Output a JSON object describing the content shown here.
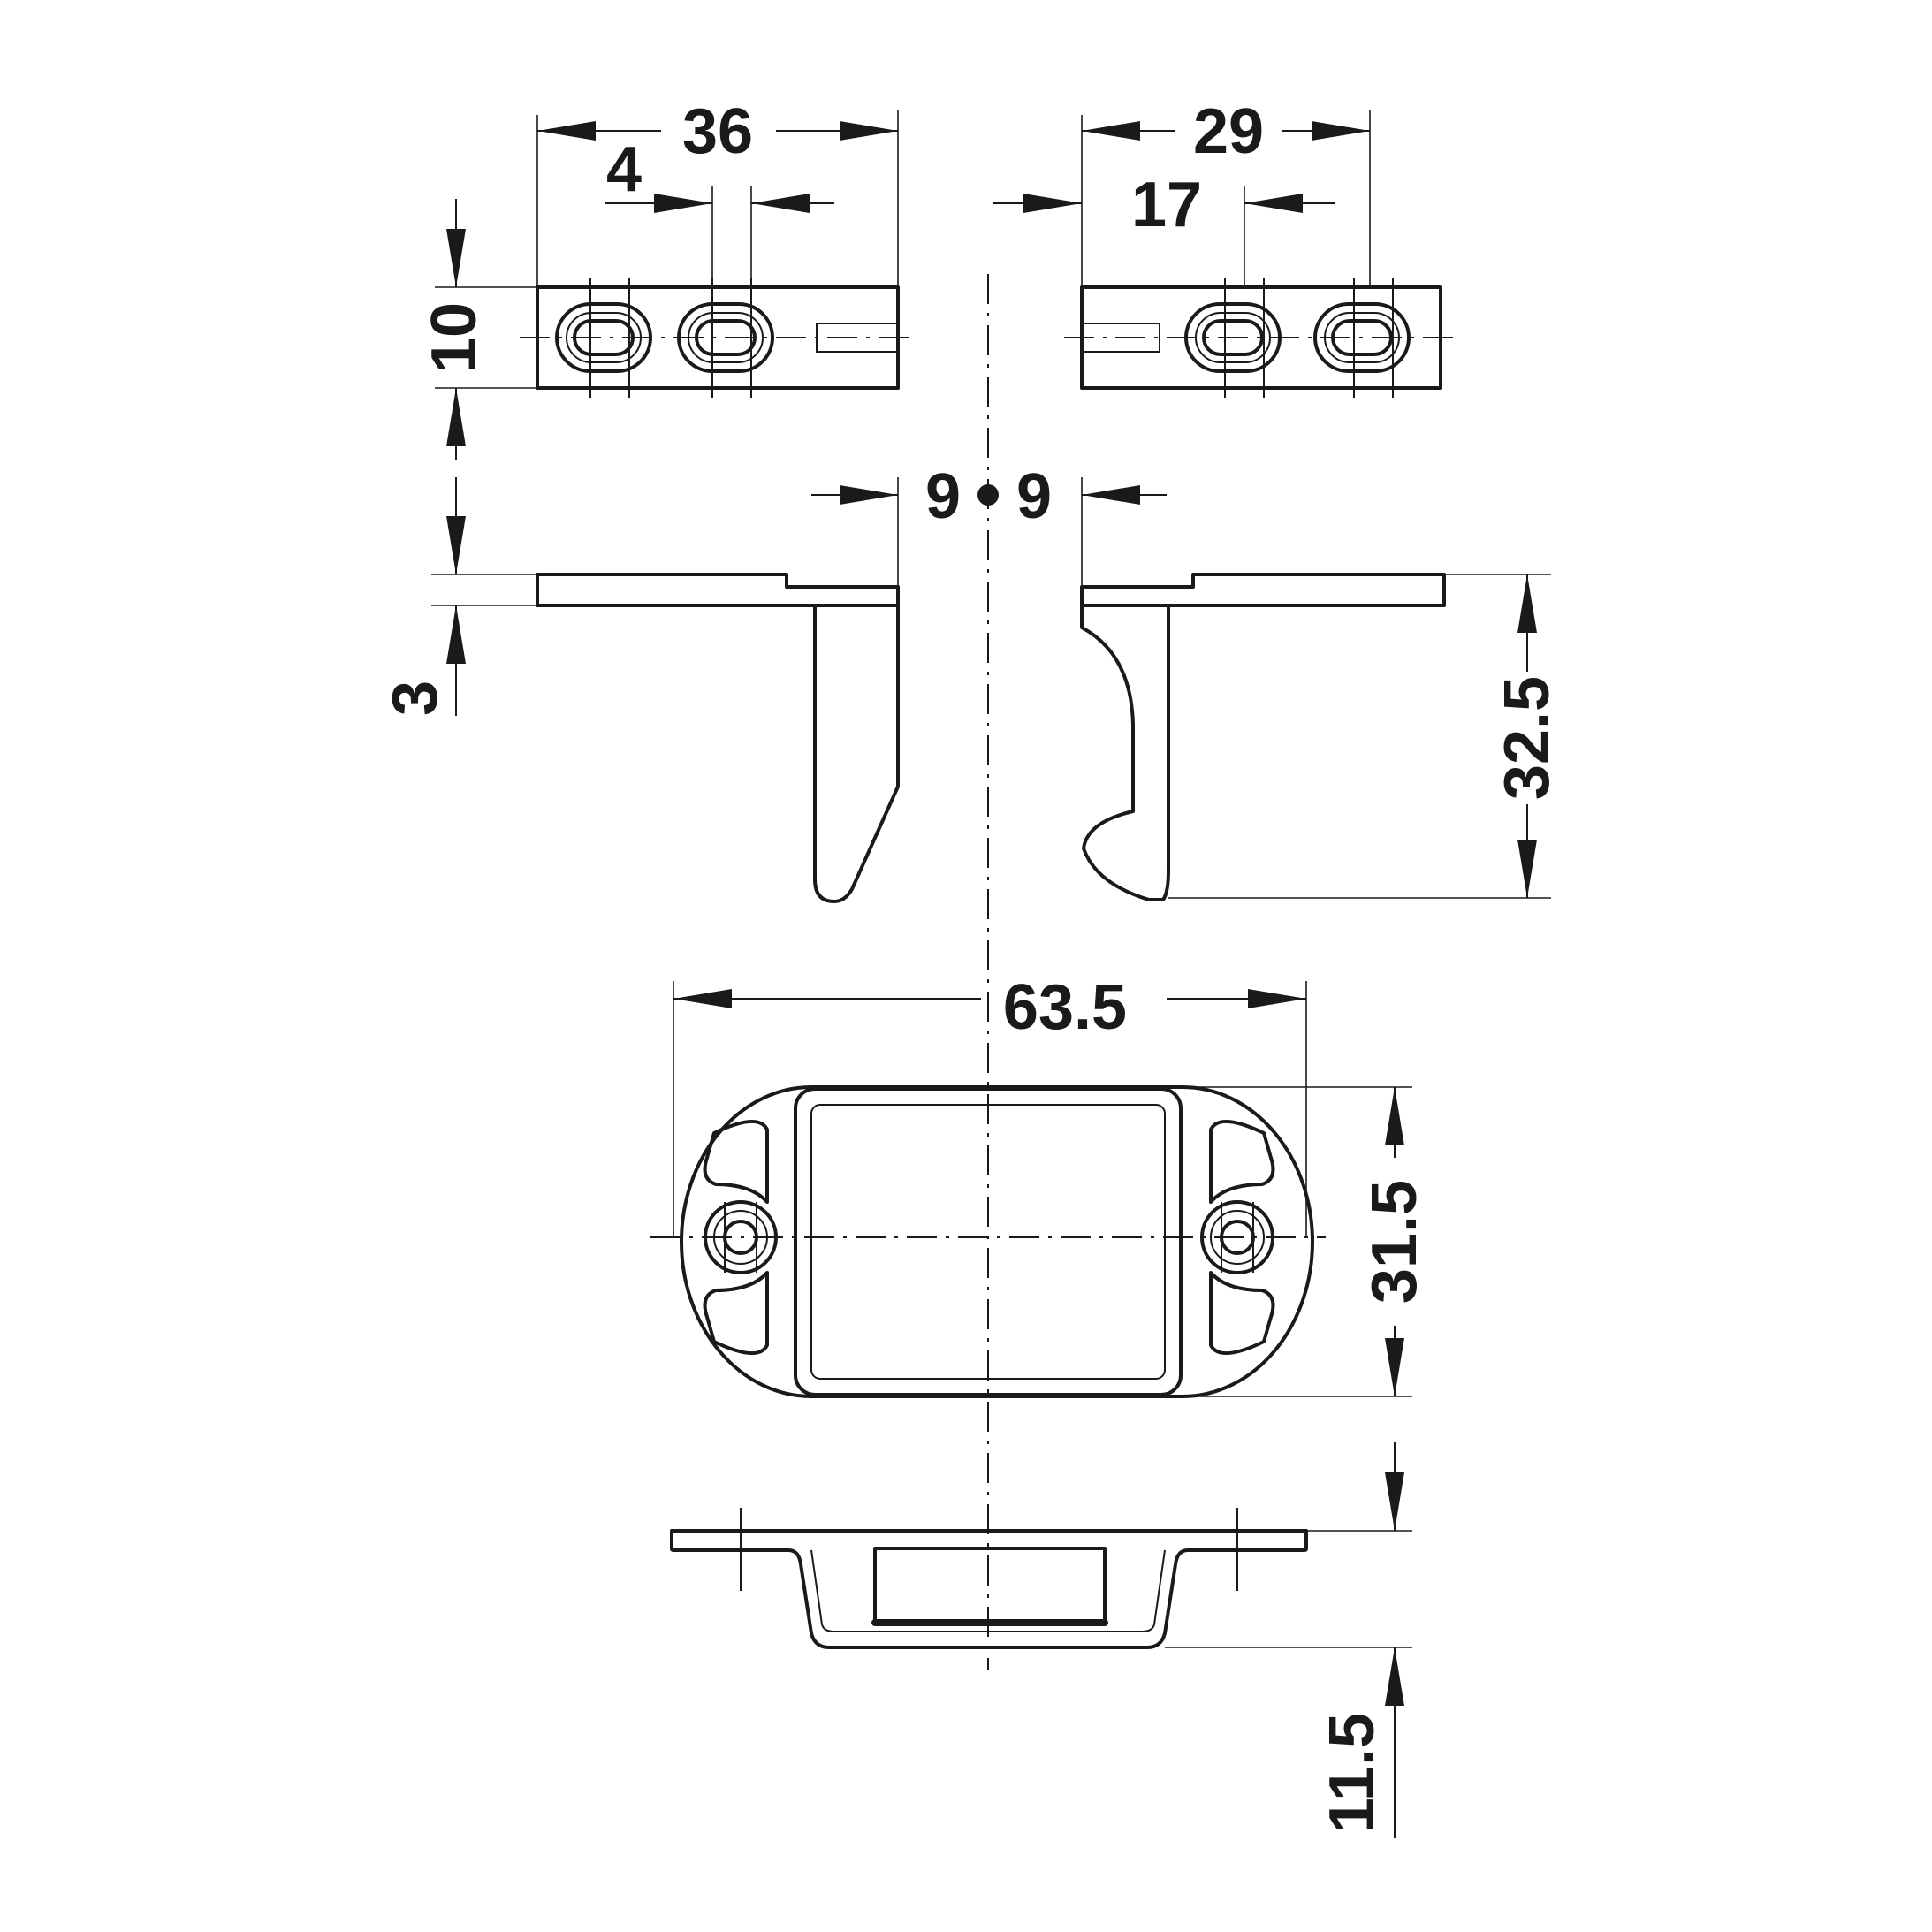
{
  "dimensions": {
    "width_left": "36",
    "slot_spacing_left": "4",
    "width_right": "29",
    "slot_spacing_right": "17",
    "height_top": "10",
    "offset_left": "9",
    "offset_right": "9",
    "plate_thickness": "3",
    "catch_height": "32.5",
    "base_length": "63.5",
    "base_width": "31.5",
    "base_depth": "11.5"
  }
}
